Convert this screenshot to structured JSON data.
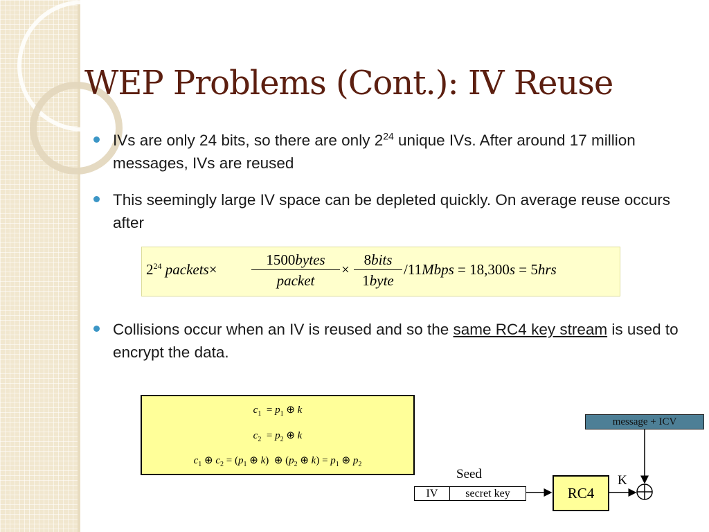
{
  "title": "WEP Problems (Cont.): IV Reuse",
  "bullets": [
    {
      "text_a": "IVs are only 24 bits, so there are only 2",
      "sup": "24",
      "text_b": " unique IVs. After around 17 million messages, IVs are reused"
    },
    {
      "text": "This seemingly large IV space can be depleted quickly.  On average reuse occurs after"
    },
    {
      "text_a": "Collisions occur when an IV is reused and so the ",
      "underlined": "same RC4 key stream",
      "text_b": " is used to encrypt the data."
    }
  ],
  "formula": {
    "base": "2",
    "exp": "24",
    "packets": "packets",
    "times": "×",
    "frac1_num_value": "1500",
    "frac1_num_unit": "bytes",
    "frac1_den": "packet",
    "frac2_num_value": "8",
    "frac2_num_unit": "bits",
    "frac2_den_value": "1",
    "frac2_den_unit": "byte",
    "divide": "/",
    "rate_value": "11",
    "rate_unit": "Mbps",
    "eq1": "=",
    "result1_value": "18,300",
    "result1_unit": "s",
    "eq2": "=",
    "result2_value": "5",
    "result2_unit": "hrs"
  },
  "equations": {
    "line1": {
      "c": "c",
      "c_sub": "1",
      "eq": "=",
      "p": "p",
      "p_sub": "1",
      "op": "⊕",
      "k": "k"
    },
    "line2": {
      "c": "c",
      "c_sub": "2",
      "eq": "=",
      "p": "p",
      "p_sub": "2",
      "op": "⊕",
      "k": "k"
    },
    "line3": {
      "c1": "c",
      "c1_sub": "1",
      "op1": "⊕",
      "c2": "c",
      "c2_sub": "2",
      "eq1": "=",
      "open1": "(",
      "p1": "p",
      "p1_sub": "1",
      "op2": "⊕",
      "k1": "k",
      "close1": ")",
      "op3": "⊕",
      "open2": "(",
      "p2": "p",
      "p2_sub": "2",
      "op4": "⊕",
      "k2": "k",
      "close2": ")",
      "eq2": "=",
      "p3": "p",
      "p3_sub": "1",
      "op5": "⊕",
      "p4": "p",
      "p4_sub": "2"
    }
  },
  "diagram": {
    "message_icv": "message + ICV",
    "seed": "Seed",
    "iv": "IV",
    "secret_key": "secret key",
    "rc4": "RC4",
    "k": "K"
  },
  "colors": {
    "title": "#5c1f10",
    "bullet_dot": "#3c96c6",
    "formula_bg": "#ffffcc",
    "equation_box_bg": "#ffff99",
    "rc4_box_bg": "#ffff99",
    "message_box_bg": "#4d7f96",
    "side_stripe": "#f1e7cf"
  }
}
